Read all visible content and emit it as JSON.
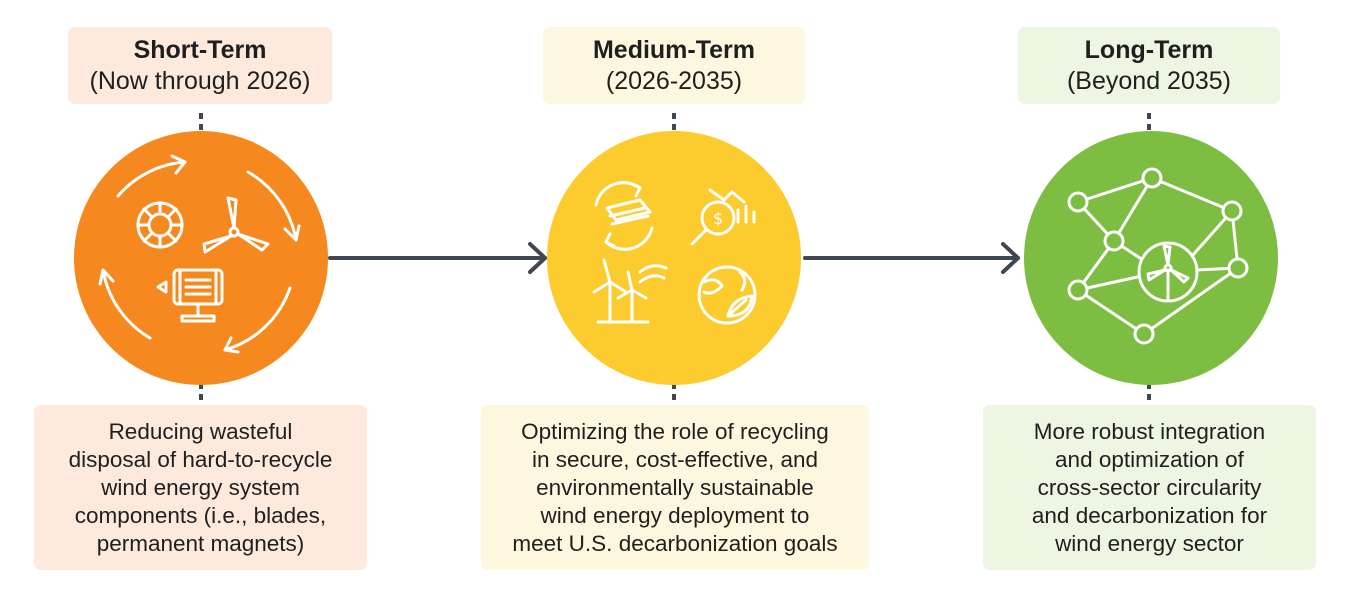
{
  "colors": {
    "short": "#f5891f",
    "medium": "#fccb2d",
    "long": "#7cbd42",
    "short_bg": "#fdeadd",
    "medium_bg": "#fef7df",
    "long_bg": "#edf5e3",
    "connector": "#3f4750",
    "dots": "#3f4750"
  },
  "stages": [
    {
      "title": "Short-Term",
      "subtitle": "(Now through 2026)",
      "description": "Reducing wasteful\ndisposal of hard-to-recycle\nwind energy system\ncomponents (i.e., blades,\npermanent magnets)",
      "icons": [
        "circular-arrows-icon",
        "bearing-ring-icon",
        "wind-turbine-icon",
        "motor-icon"
      ]
    },
    {
      "title": "Medium-Term",
      "subtitle": "(2026-2035)",
      "description": "Optimizing the role of recycling\nin secure, cost-effective, and\nenvironmentally sustainable\nwind energy deployment to\nmeet U.S. decarbonization goals",
      "icons": [
        "recycle-layers-icon",
        "cost-magnifier-icon",
        "wind-farm-icon",
        "earth-leaf-icon"
      ]
    },
    {
      "title": "Long-Term",
      "subtitle": "(Beyond 2035)",
      "description": "More robust integration\nand optimization of\ncross-sector circularity\nand decarbonization for\nwind energy sector",
      "icons": [
        "network-icon",
        "wind-turbine-icon"
      ]
    }
  ]
}
